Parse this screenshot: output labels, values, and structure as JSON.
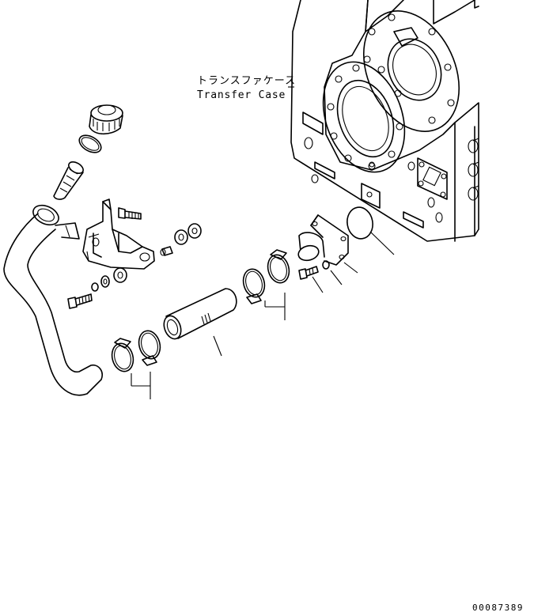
{
  "labels": {
    "transfer_case_jp": "トランスファケース",
    "transfer_case_en": "Transfer Case"
  },
  "footer": {
    "drawing_number": "00087389"
  }
}
